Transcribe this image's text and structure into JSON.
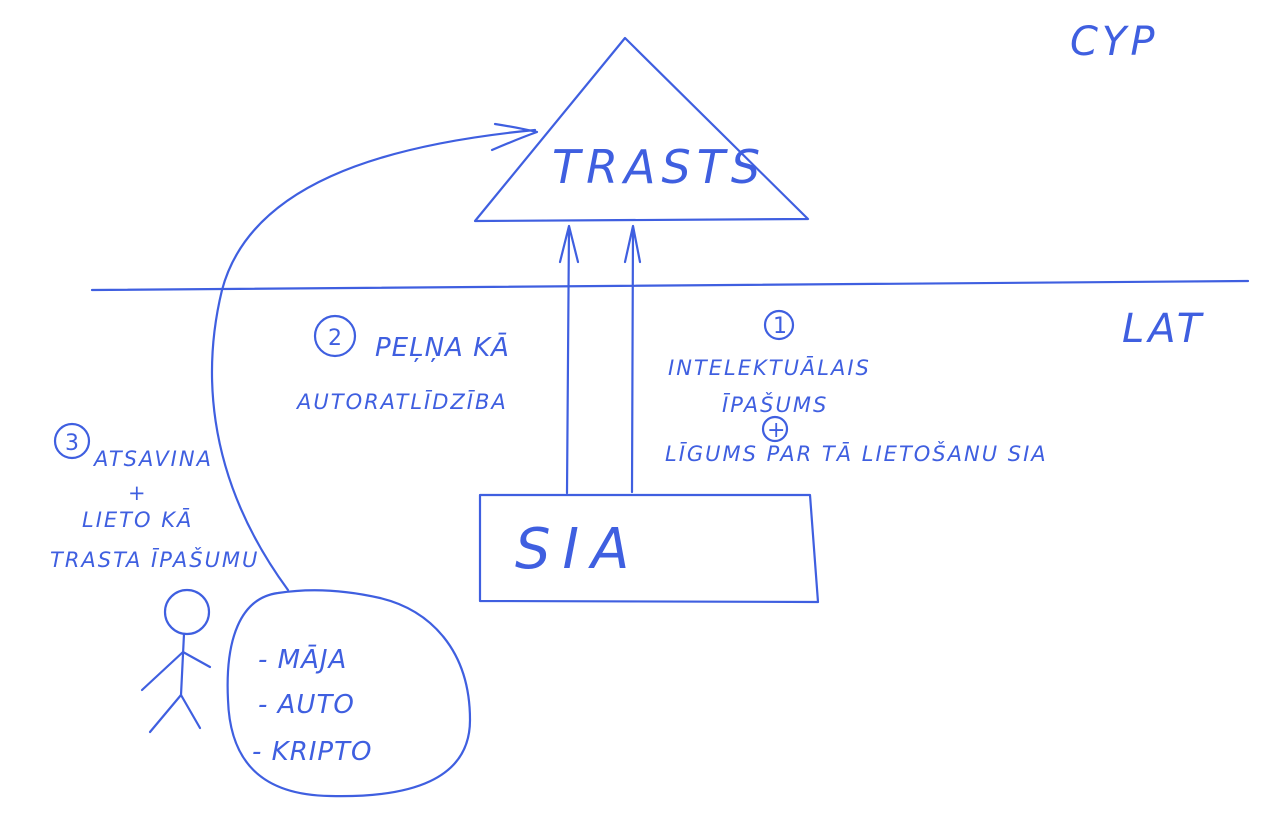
{
  "diagram": {
    "regions": {
      "top": "CYP",
      "bottom": "LAT"
    },
    "nodes": {
      "trust": "TRASTS",
      "company": "SIA",
      "assets": [
        "- MĀJA",
        "- AUTO",
        "- KRIPTO"
      ]
    },
    "flows": [
      {
        "number": "1",
        "lines": [
          "INTELEKTUĀLAIS",
          "ĪPAŠUMS",
          "+",
          "LĪGUMS PAR TĀ LIETOŠANU SIA"
        ]
      },
      {
        "number": "2",
        "lines": [
          "PEĻŅA KĀ",
          "AUTORATLĪDZĪBA"
        ]
      },
      {
        "number": "3",
        "lines": [
          "ATSAVINA",
          "+",
          "LIETO KĀ",
          "TRASTA ĪPAŠUMU"
        ]
      }
    ],
    "colors": {
      "ink": "#3f5fe0",
      "background": "#ffffff"
    }
  }
}
